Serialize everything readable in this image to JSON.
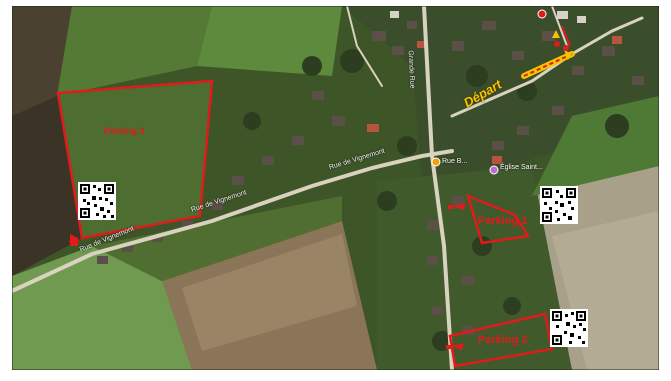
{
  "roads": {
    "rue_vignemont_1": "Rue de Vignemont",
    "rue_vignemont_2": "Rue de Vignemont",
    "rue_vignemont_3": "Rue de Vignemont",
    "grande_rue": "Grande Rue"
  },
  "route": {
    "start_label": "Départ",
    "color": "#f5c400",
    "accent": "#e11a1a"
  },
  "parkings": [
    {
      "label": "Parking 3"
    },
    {
      "label": "Parking 1"
    },
    {
      "label": "Parking 2"
    }
  ],
  "pois": {
    "poi_1": "Rue B...",
    "poi_2": "Église Saint..."
  },
  "colors": {
    "parking_outline": "#e11a1a",
    "road": "#d8d2bf",
    "field_brown": "#8a7558",
    "field_green": "#6f8a4a"
  }
}
